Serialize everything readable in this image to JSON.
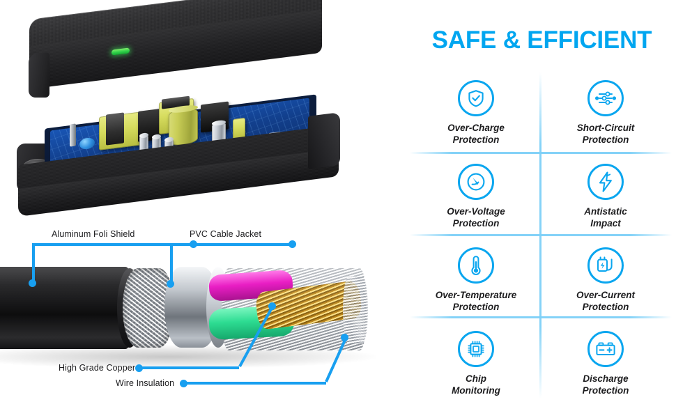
{
  "right": {
    "title": "SAFE & EFFICIENT",
    "accent_color": "#00a6f0",
    "divider_color": "#7dd0f7",
    "features": [
      {
        "icon": "shield-check-icon",
        "label": "Over-Charge\nProtection"
      },
      {
        "icon": "short-circuit-icon",
        "label": "Short-Circuit\nProtection"
      },
      {
        "icon": "voltage-gauge-icon",
        "label": "Over-Voltage\nProtection"
      },
      {
        "icon": "lightning-bolt-icon",
        "label": "Antistatic\nImpact"
      },
      {
        "icon": "thermometer-icon",
        "label": "Over-Temperature\nProtection"
      },
      {
        "icon": "charger-plug-icon",
        "label": "Over-Current\nProtection"
      },
      {
        "icon": "cpu-chip-icon",
        "label": "Chip\nMonitoring"
      },
      {
        "icon": "battery-icon",
        "label": "Discharge\nProtection"
      }
    ]
  },
  "left": {
    "callouts": [
      {
        "name": "aluminum-foli-shield",
        "text": "Aluminum Foli Shield"
      },
      {
        "name": "pvc-cable-jacket",
        "text": "PVC Cable Jacket"
      },
      {
        "name": "high-grade-copper",
        "text": "High Grade Copper"
      },
      {
        "name": "wire-insulation",
        "text": "Wire Insulation"
      }
    ],
    "leader_color": "#189ff0",
    "led_color": "#2fd04a"
  }
}
